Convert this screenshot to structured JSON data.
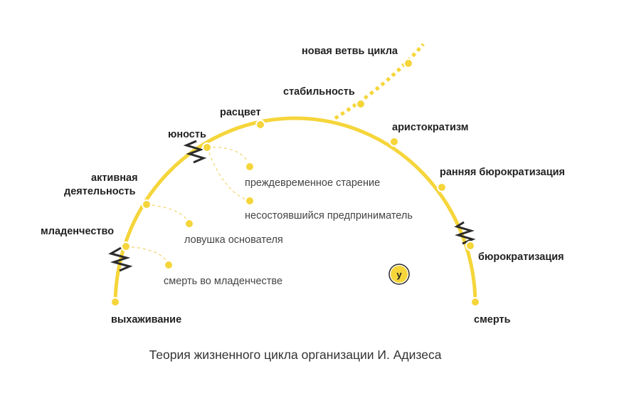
{
  "colors": {
    "curve": "#F5D53A",
    "dot_fill": "#F5D53A",
    "dot_stroke": "#FFFFFF",
    "trap_line": "#F2D878",
    "zigzag": "#2B2B2B",
    "badge_fill": "#F5D53A",
    "badge_ring": "#2B2B2B"
  },
  "stages": [
    {
      "id": "vyhazhivanie",
      "label": "выхаживание"
    },
    {
      "id": "mladenchestvo",
      "label": "младенчество"
    },
    {
      "id": "aktivnaya",
      "label": "активная деятельность",
      "lines": [
        "активная",
        "деятельность"
      ]
    },
    {
      "id": "yunost",
      "label": "юность"
    },
    {
      "id": "rascvet",
      "label": "расцвет"
    },
    {
      "id": "stabilnost",
      "label": "стабильность"
    },
    {
      "id": "novaya_vetv",
      "label": "новая ветвь цикла"
    },
    {
      "id": "aristokratizm",
      "label": "аристократизм"
    },
    {
      "id": "rannyaya",
      "label": "ранняя бюрократизация"
    },
    {
      "id": "byurokratizaciya",
      "label": "бюрократизация"
    },
    {
      "id": "smert",
      "label": "смерть"
    }
  ],
  "traps": [
    {
      "id": "prezhdevremennoe",
      "label": "преждевременное старение"
    },
    {
      "id": "nesostoyavshiysya",
      "label": "несостоявшийся предприниматель"
    },
    {
      "id": "lovushka",
      "label": "ловушка основателя"
    },
    {
      "id": "smert_mladenchestvo",
      "label": "смерть во младенчестве"
    }
  ],
  "badge": {
    "icon": "yandex-y-icon",
    "letter": "у"
  },
  "caption": "Теория жизненного цикла организации И. Адизеса"
}
